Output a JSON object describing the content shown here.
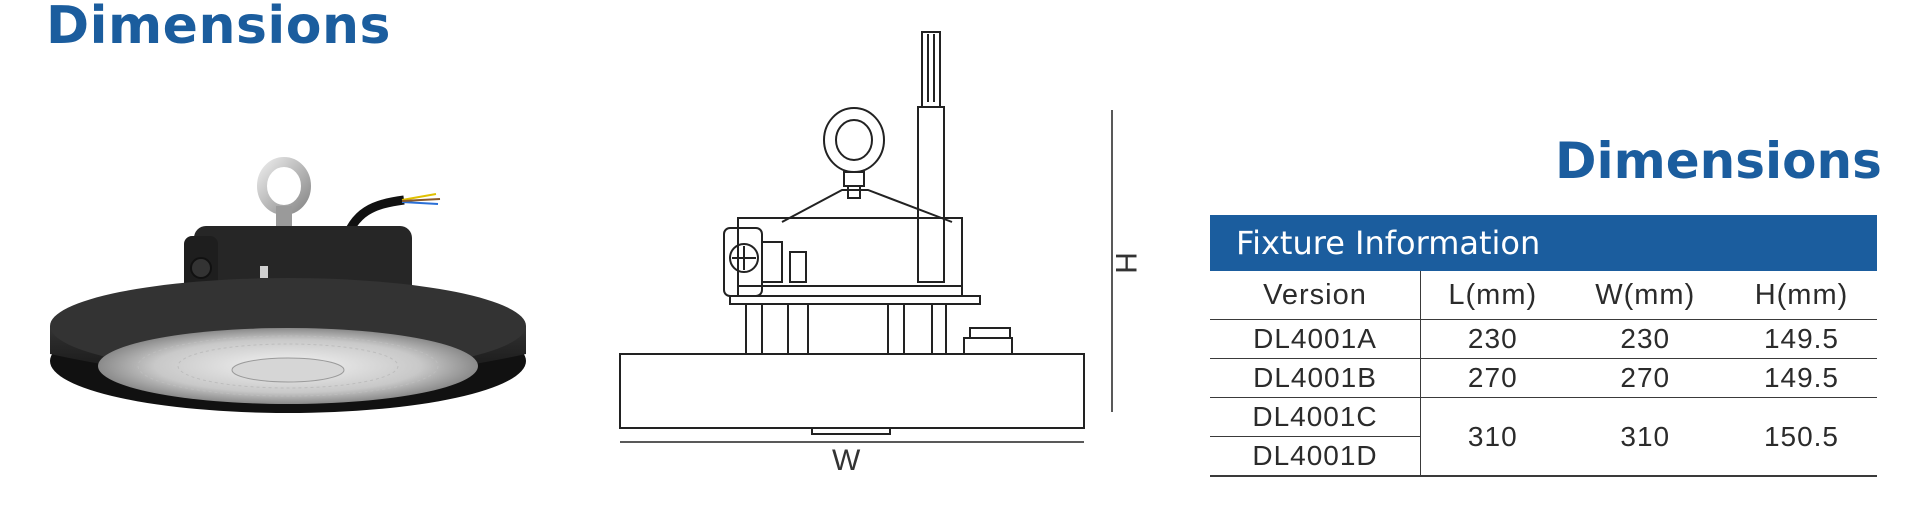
{
  "header": {
    "title": "Dimensions"
  },
  "drawing": {
    "width_label": "W",
    "height_label": "H"
  },
  "table": {
    "section_title": "Dimensions",
    "banner": "Fixture Information",
    "columns": [
      "Version",
      "L(mm)",
      "W(mm)",
      "H(mm)"
    ],
    "rows": [
      {
        "version": "DL4001A",
        "l": "230",
        "w": "230",
        "h": "149.5"
      },
      {
        "version": "DL4001B",
        "l": "270",
        "w": "270",
        "h": "149.5"
      },
      {
        "version": "DL4001C",
        "l": "310",
        "w": "310",
        "h": "150.5"
      },
      {
        "version": "DL4001D"
      }
    ]
  }
}
